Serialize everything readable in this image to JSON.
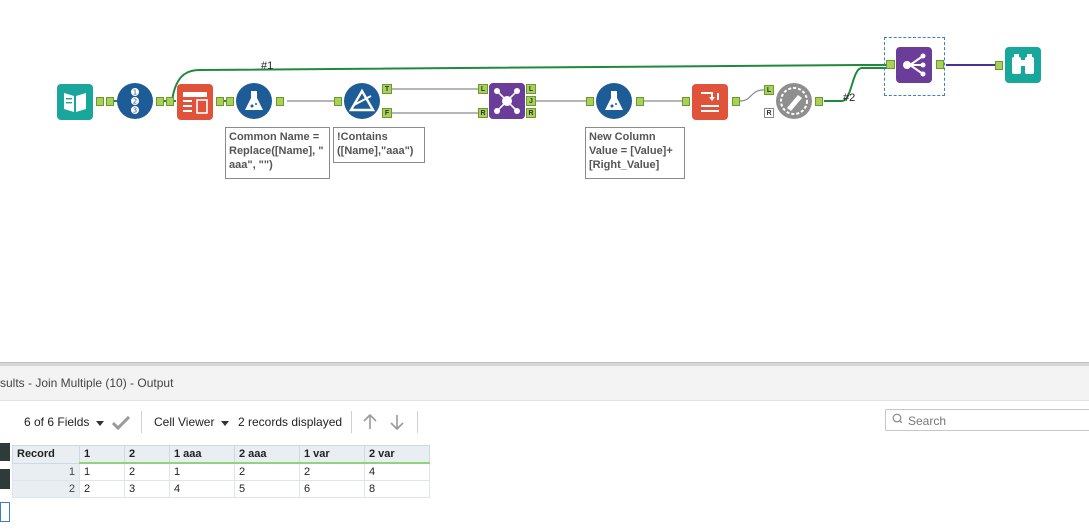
{
  "canvas": {
    "connection_labels": {
      "c1": "#1",
      "c2": "#2"
    },
    "anchors": {
      "true": "T",
      "false": "F",
      "left": "L",
      "join": "J",
      "right": "R"
    },
    "annotations": {
      "formula1": "Common Name = Replace([Name], \" aaa\", \"\")",
      "filter": "!Contains ([Name],\"aaa\")",
      "formula2": "New Column Value = [Value]+ [Right_Value]"
    },
    "colors": {
      "wire_green": "#1f8a3b",
      "wire_purple": "#4b2f9a",
      "wire_gray": "#8a8a8a",
      "tool_input": "#1aa79b",
      "tool_blue": "#1d5c96",
      "tool_red": "#e0533a",
      "tool_purple": "#6a3d99",
      "tool_gray": "#8f8f8f",
      "tool_teal": "#1aa79b"
    }
  },
  "results": {
    "title": "sults - Join Multiple (10) - Output",
    "toolbar": {
      "fields": "6 of 6 Fields",
      "cell_viewer": "Cell Viewer",
      "records": "2 records displayed"
    },
    "search_placeholder": "Search",
    "table": {
      "headers": [
        "Record",
        "1",
        "2",
        "1 aaa",
        "2 aaa",
        "1 var",
        "2 var"
      ],
      "rows": [
        [
          "1",
          "1",
          "2",
          "1",
          "2",
          "2",
          "4"
        ],
        [
          "2",
          "2",
          "3",
          "4",
          "5",
          "6",
          "8"
        ]
      ]
    }
  }
}
